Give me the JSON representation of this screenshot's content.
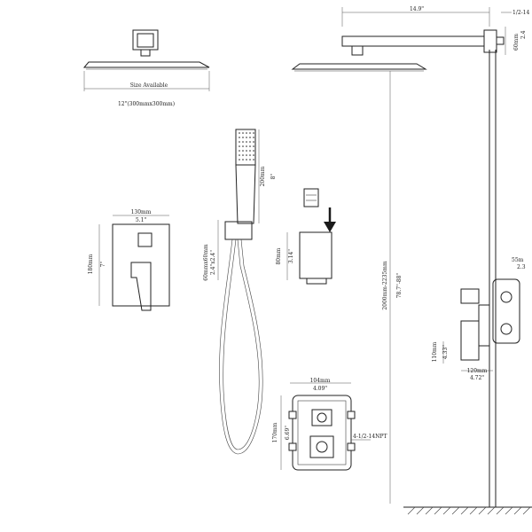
{
  "colors": {
    "line": "#222222",
    "background": "#ffffff",
    "arrow": "#1a1a1a"
  },
  "showerhead_top": {
    "size_label": "Size Available",
    "size_value": "12\"(300mmx300mm)"
  },
  "handshower": {
    "length_mm": "200mm",
    "length_in": "8\"",
    "bracket_mm": "60mmx60mm",
    "bracket_in": "2.4\"x2.4\""
  },
  "holder": {
    "height_mm": "80mm",
    "height_in": "3.14\""
  },
  "trim_plate": {
    "width_mm": "130mm",
    "width_in": "5.1\"",
    "height_mm": "180mm",
    "height_in": "7\""
  },
  "valve_body": {
    "width_mm": "104mm",
    "width_in": "4.09\"",
    "height_mm": "170mm",
    "height_in": "6.69\"",
    "thread": "4-1/2-14NPT"
  },
  "wall_side": {
    "arm_length": "14.9\"",
    "inlet_thread": "1/2-14",
    "arm_drop_mm": "60mm",
    "arm_drop_in": "2.4",
    "total_height_mm": "2000mm-2235mm",
    "total_height_in": "78.7\"-88\"",
    "valve_depth_mm": "110mm",
    "valve_depth_in": "4.33\"",
    "valve_width_mm": "120mm",
    "valve_width_in": "4.72\"",
    "side_mm": "55m",
    "side_in": "2.3"
  }
}
